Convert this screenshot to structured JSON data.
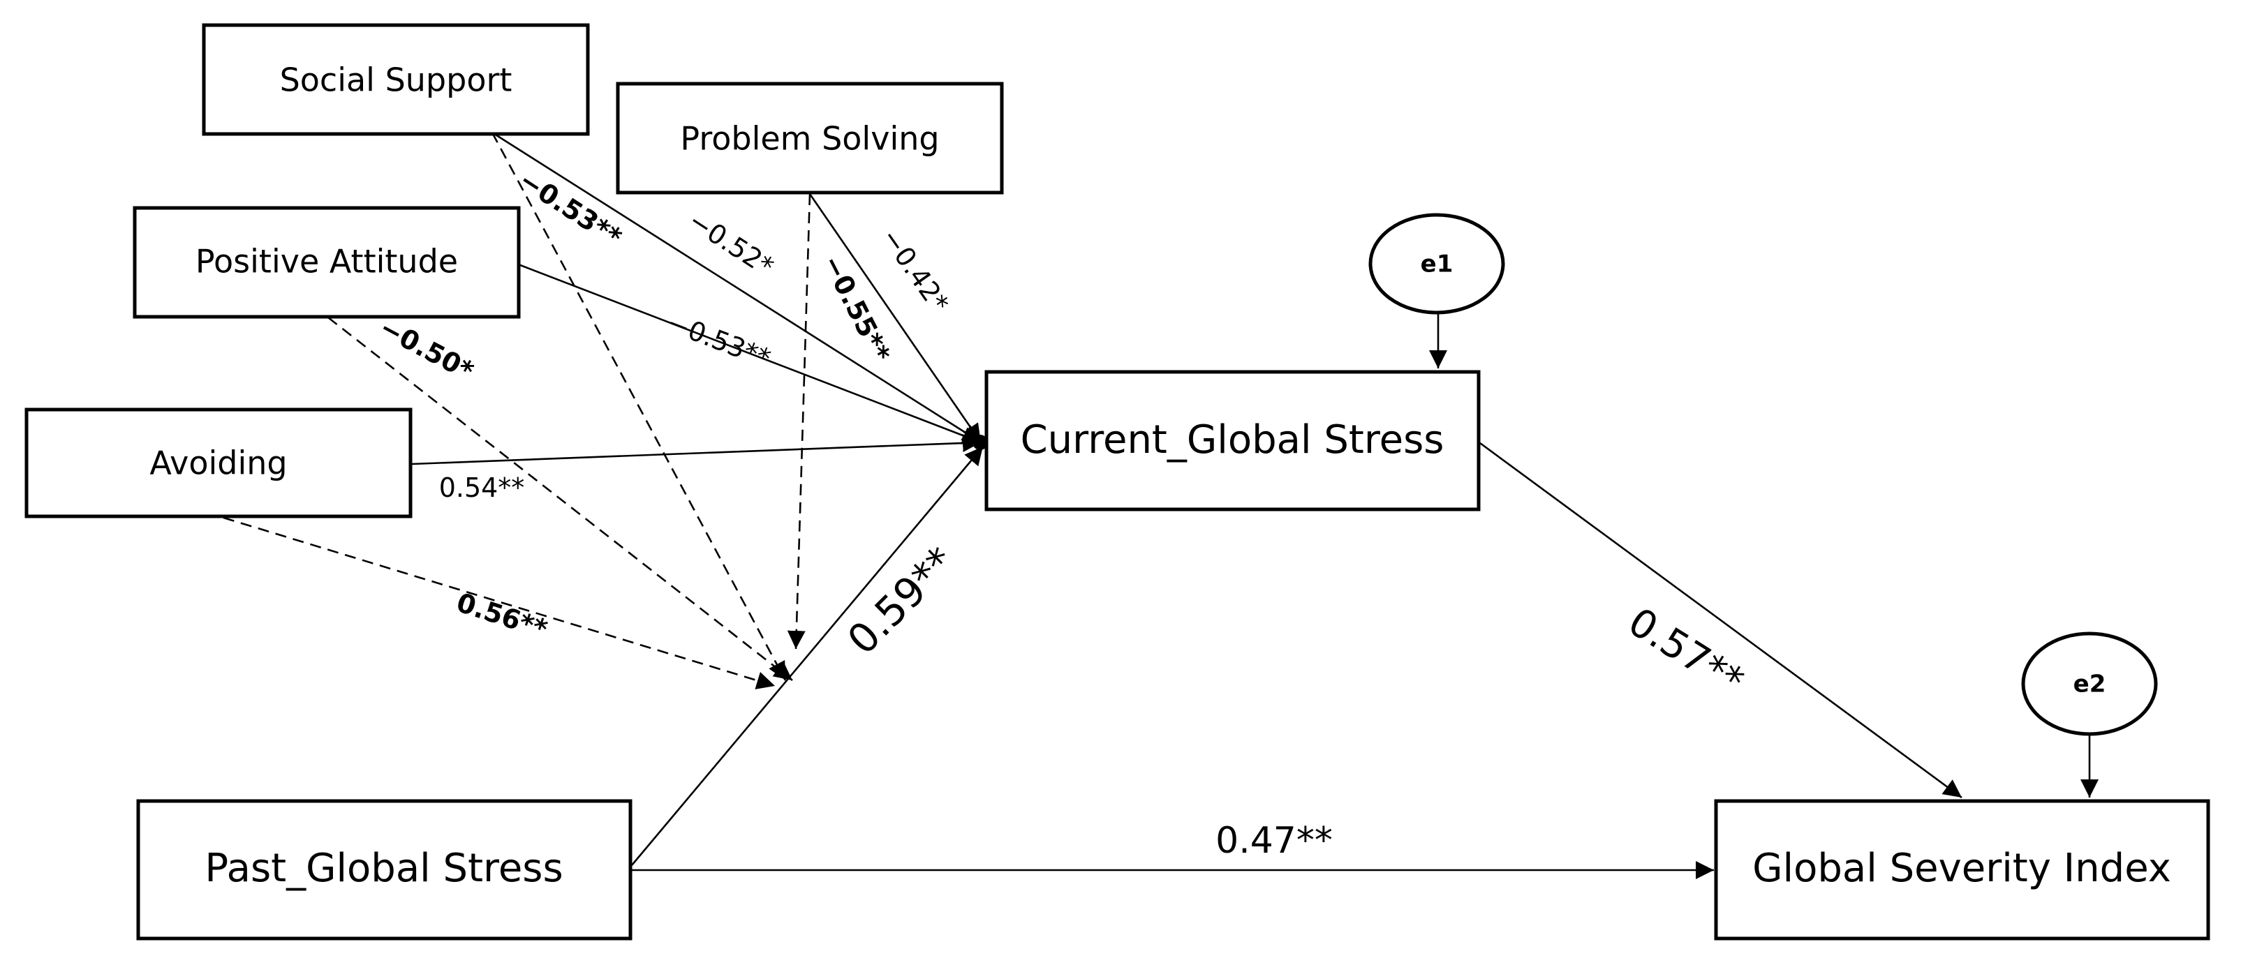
{
  "nodes": {
    "social_support": "Social Support",
    "problem_solving": "Problem Solving",
    "positive_attitude": "Positive Attitude",
    "avoiding": "Avoiding",
    "current_global_stress": "Current_Global Stress",
    "past_global_stress": "Past_Global Stress",
    "global_severity_index": "Global Severity Index",
    "e1": "e1",
    "e2": "e2"
  },
  "paths": {
    "social_support_to_current": "−0.52*",
    "problem_solving_to_current": "−0.42*",
    "positive_attitude_to_current": "−0.53**",
    "avoiding_to_current": "0.54**",
    "social_support_moderation": "−0.53**",
    "problem_solving_moderation": "−0.55**",
    "positive_attitude_moderation": "−0.50*",
    "avoiding_moderation": "0.56**",
    "past_to_current": "0.59**",
    "current_to_gsi": "0.57**",
    "past_to_gsi": "0.47**"
  }
}
